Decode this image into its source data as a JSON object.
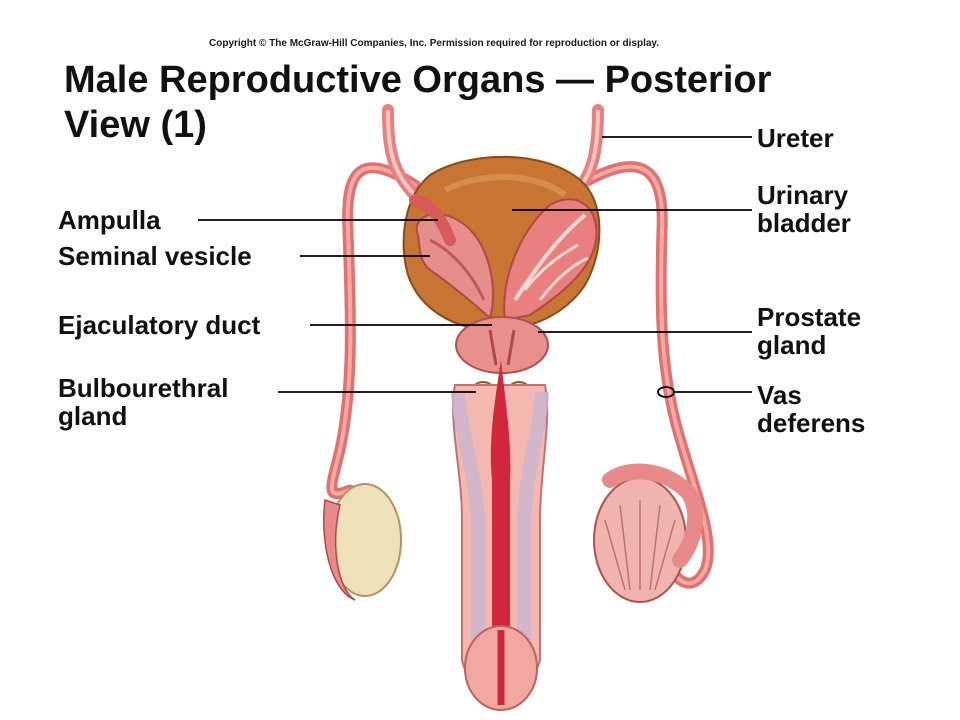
{
  "copyright": "Copyright © The McGraw-Hill Companies, Inc. Permission required for reproduction or display.",
  "title": {
    "line1": "Male Reproductive Organs — Posterior",
    "line2": "View (1)"
  },
  "labels": {
    "ureter": "Ureter",
    "urinary_bladder_1": "Urinary",
    "urinary_bladder_2": "bladder",
    "ampulla": "Ampulla",
    "seminal_vesicle": "Seminal vesicle",
    "ejaculatory_duct": "Ejaculatory duct",
    "prostate_gland_1": "Prostate",
    "prostate_gland_2": "gland",
    "bulbourethral_gland_1": "Bulbourethral",
    "bulbourethral_gland_2": "gland",
    "vas_deferens_1": "Vas",
    "vas_deferens_2": "deferens"
  },
  "colors": {
    "bladder": "#c87432",
    "duct": "#e06a6a",
    "vesicle": "#e58e8a",
    "testis": "#eee0b8",
    "shaft": "#f4b8b0",
    "urethra": "#d2263a",
    "erectile": "#c9b4d0"
  }
}
